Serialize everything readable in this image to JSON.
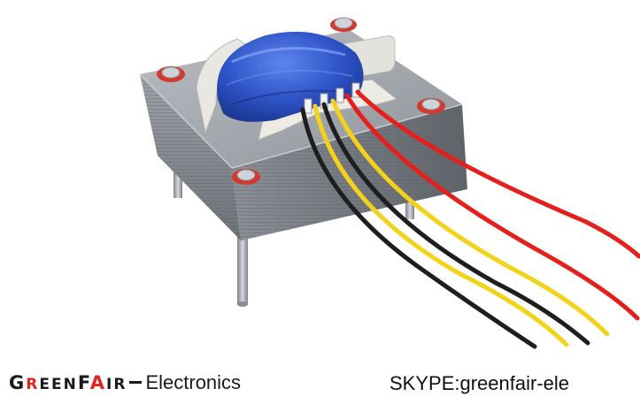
{
  "footer": {
    "brand": {
      "letters": [
        {
          "t": "G",
          "red": false,
          "small": false
        },
        {
          "t": "R",
          "red": true,
          "small": true
        },
        {
          "t": "E",
          "red": false,
          "small": true
        },
        {
          "t": "E",
          "red": false,
          "small": true
        },
        {
          "t": "N",
          "red": false,
          "small": true
        },
        {
          "t": "F",
          "red": false,
          "small": false
        },
        {
          "t": "A",
          "red": true,
          "small": false
        },
        {
          "t": "I",
          "red": false,
          "small": true
        },
        {
          "t": "R",
          "red": false,
          "small": true
        }
      ],
      "suffix": "Electronics",
      "accent_color": "#e0241b"
    },
    "contact": "SKYPE:greenfair-ele"
  },
  "photo": {
    "subject": "transformer",
    "colors": {
      "winding": "#2f55c9",
      "core": "#8d9299",
      "bobbin": "#e6e4df",
      "screw_washer": "#d23a30",
      "wire_red": "#e5201c",
      "wire_yellow": "#f2d21b",
      "wire_black": "#1e1e1e"
    }
  }
}
